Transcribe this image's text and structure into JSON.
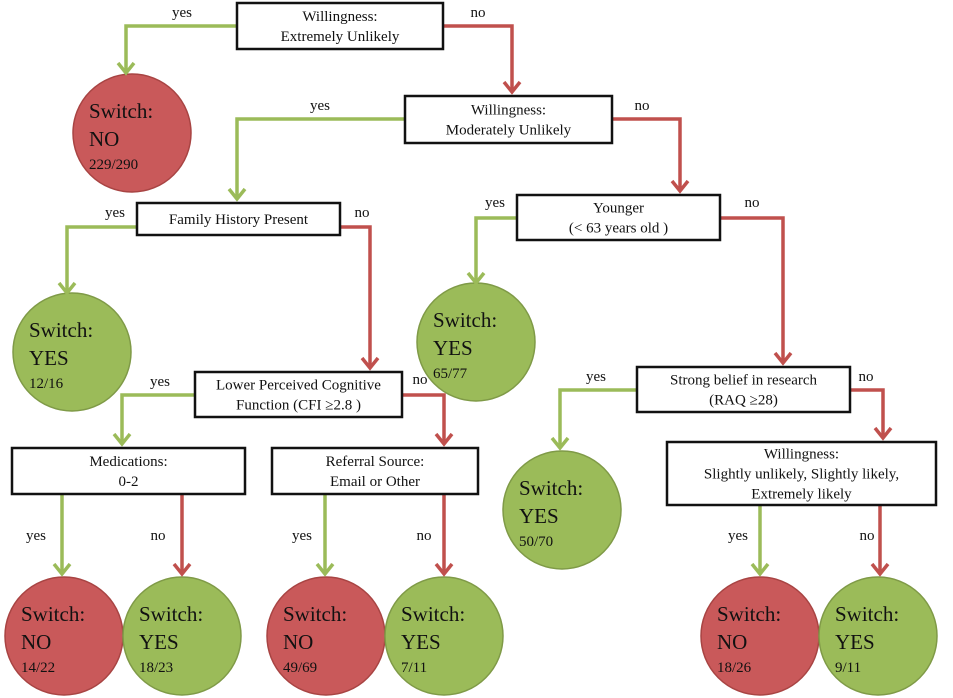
{
  "colors": {
    "yes_edge": "#9bbb59",
    "no_edge": "#c0504d",
    "yes_leaf": "#9bbb59",
    "no_leaf": "#c9595a"
  },
  "edge_labels": {
    "yes": "yes",
    "no": "no"
  },
  "decisions": [
    {
      "id": "b1",
      "lines": [
        "Willingness:",
        "Extremely Unlikely"
      ]
    },
    {
      "id": "b2",
      "lines": [
        "Willingness:",
        "Moderately Unlikely"
      ]
    },
    {
      "id": "b3",
      "lines": [
        "Family History Present"
      ]
    },
    {
      "id": "b4",
      "lines": [
        "Younger",
        "(< 63 years old )"
      ]
    },
    {
      "id": "b5",
      "lines": [
        "Lower Perceived Cognitive",
        "Function (CFI ≥2.8 )"
      ]
    },
    {
      "id": "b6",
      "lines": [
        "Medications:",
        "0-2"
      ]
    },
    {
      "id": "b7",
      "lines": [
        "Referral Source:",
        "Email or Other"
      ]
    },
    {
      "id": "b8",
      "lines": [
        "Strong belief in research",
        "(RAQ ≥28)"
      ]
    },
    {
      "id": "b9",
      "lines": [
        "Willingness:",
        "Slightly unlikely, Slightly likely,",
        "Extremely likely"
      ]
    }
  ],
  "leaves": [
    {
      "id": "c1",
      "title": "Switch:",
      "outcome": "NO",
      "count": "229/290"
    },
    {
      "id": "c2",
      "title": "Switch:",
      "outcome": "YES",
      "count": "12/16"
    },
    {
      "id": "c3",
      "title": "Switch:",
      "outcome": "YES",
      "count": "65/77"
    },
    {
      "id": "c4",
      "title": "Switch:",
      "outcome": "YES",
      "count": "50/70"
    },
    {
      "id": "c5",
      "title": "Switch:",
      "outcome": "NO",
      "count": "14/22"
    },
    {
      "id": "c6",
      "title": "Switch:",
      "outcome": "YES",
      "count": "18/23"
    },
    {
      "id": "c7",
      "title": "Switch:",
      "outcome": "NO",
      "count": "49/69"
    },
    {
      "id": "c8",
      "title": "Switch:",
      "outcome": "YES",
      "count": "7/11"
    },
    {
      "id": "c9",
      "title": "Switch:",
      "outcome": "NO",
      "count": "18/26"
    },
    {
      "id": "c10",
      "title": "Switch:",
      "outcome": "YES",
      "count": "9/11"
    }
  ]
}
